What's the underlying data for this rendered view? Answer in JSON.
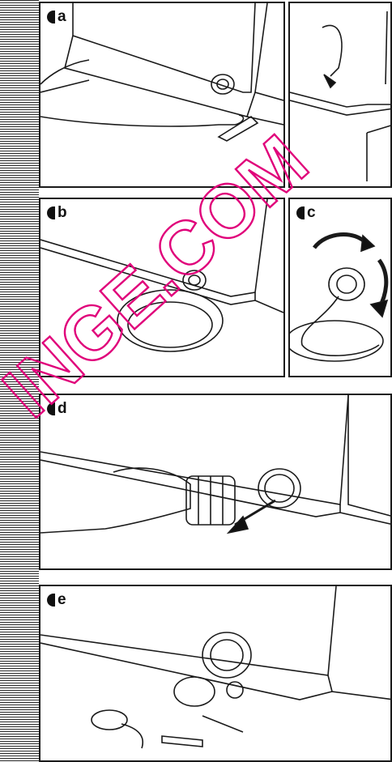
{
  "panels": {
    "a": {
      "label": "a"
    },
    "b": {
      "label": "b"
    },
    "c": {
      "label": "c"
    },
    "d": {
      "label": "d"
    },
    "e": {
      "label": "e"
    }
  },
  "watermark": {
    "text": "INGE.COM",
    "color": "#e0007a"
  },
  "colors": {
    "line": "#1a1a1a",
    "stripe": "#2a2a2a",
    "arrow": "#111111"
  }
}
